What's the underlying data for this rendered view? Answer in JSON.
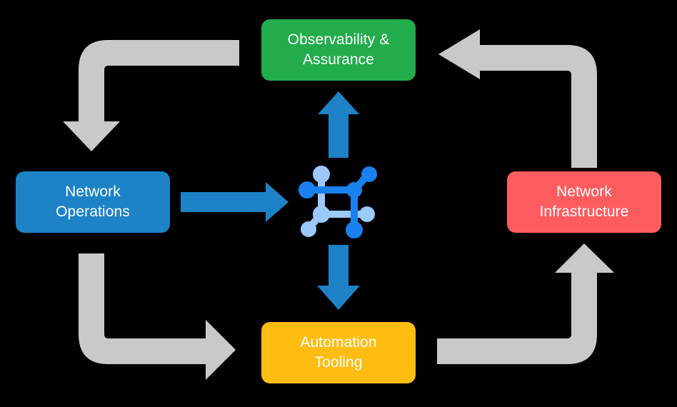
{
  "diagram": {
    "title_visible": false,
    "background_color": "#000000",
    "nodes": [
      {
        "id": "observability",
        "label": "Observability &\nAssurance",
        "color": "#22ac4b",
        "text_color": "#ffffff",
        "position": "top"
      },
      {
        "id": "network-operations",
        "label": "Network\nOperations",
        "color": "#1d83c6",
        "text_color": "#ffffff",
        "position": "left"
      },
      {
        "id": "network-infrastructure",
        "label": "Network\nInfrastructure",
        "color": "#fd5c5f",
        "text_color": "#ffffff",
        "position": "right"
      },
      {
        "id": "automation-tooling",
        "label": "Automation\nTooling",
        "color": "#ffbc11",
        "text_color": "#ffffff",
        "position": "bottom"
      }
    ],
    "center": {
      "icon_name": "network-topology-icon",
      "colors": {
        "dark_blue": "#1a82f0",
        "light_blue": "#9bc9fa"
      }
    },
    "connectors": {
      "straight_arrow_color": "#1d83c6",
      "cycle_arrow_color": "#c9c9c9",
      "straight_arrows": [
        {
          "id": "ops-to-center",
          "from": "network-operations",
          "to": "center",
          "direction": "right"
        },
        {
          "id": "center-to-observability",
          "from": "center",
          "to": "observability",
          "direction": "up"
        },
        {
          "id": "center-to-automation",
          "from": "center",
          "to": "automation-tooling",
          "direction": "down"
        }
      ],
      "cycle_arrows": [
        {
          "id": "observability-to-operations",
          "from": "observability",
          "to": "network-operations",
          "corner": "top-left",
          "direction": "down"
        },
        {
          "id": "operations-to-automation",
          "from": "network-operations",
          "to": "automation-tooling",
          "corner": "bottom-left",
          "direction": "right"
        },
        {
          "id": "automation-to-infrastructure",
          "from": "automation-tooling",
          "to": "network-infrastructure",
          "corner": "bottom-right",
          "direction": "up"
        },
        {
          "id": "infrastructure-to-observability",
          "from": "network-infrastructure",
          "to": "observability",
          "corner": "top-right",
          "direction": "left"
        }
      ]
    }
  }
}
